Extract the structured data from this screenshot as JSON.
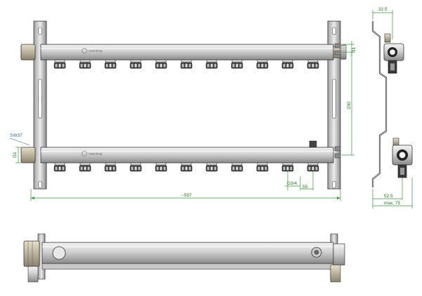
{
  "annotations": {
    "brand": "oventrop",
    "label_sw": "SW37",
    "label_g1": "G1",
    "label_g34": "G3/4"
  },
  "dimensions": {
    "side_top": "32.5",
    "right_31": "31",
    "height_200": "200",
    "spacing_50": "50",
    "total_width": "~597",
    "side_52": "52.5",
    "side_max": "max. 75"
  }
}
